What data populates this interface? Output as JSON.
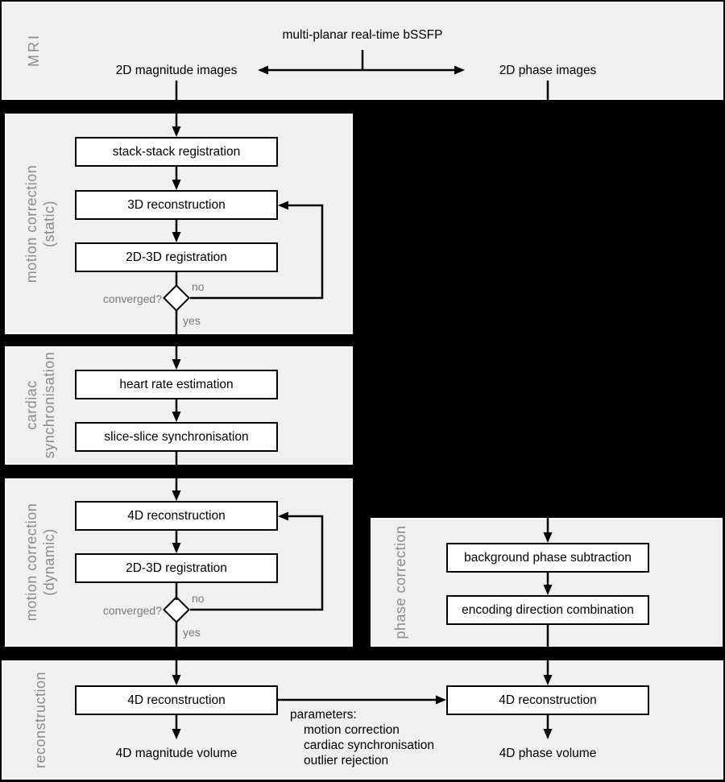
{
  "mri": {
    "panel_label": "MRI",
    "source": "multi-planar real-time bSSFP",
    "magnitude_label": "2D magnitude images",
    "phase_label": "2D phase images"
  },
  "static_mc": {
    "panel_label_line1": "motion correction",
    "panel_label_line2": "(static)",
    "box_stack_stack": "stack-stack registration",
    "box_recon_3d": "3D reconstruction",
    "box_reg_2d3d": "2D-3D registration",
    "decision": "converged?",
    "branch_no": "no",
    "branch_yes": "yes"
  },
  "cardiac": {
    "panel_label_line1": "cardiac",
    "panel_label_line2": "synchronisation",
    "box_heart_rate": "heart rate estimation",
    "box_slice_sync": "slice-slice synchronisation"
  },
  "dynamic_mc": {
    "panel_label_line1": "motion correction",
    "panel_label_line2": "(dynamic)",
    "box_recon_4d": "4D reconstruction",
    "box_reg_2d3d": "2D-3D registration",
    "decision": "converged?",
    "branch_no": "no",
    "branch_yes": "yes"
  },
  "phase": {
    "panel_label": "phase correction",
    "box_bg_subtraction": "background phase subtraction",
    "box_encoding": "encoding direction combination"
  },
  "reconstruction": {
    "panel_label": "reconstruction",
    "box_left": "4D reconstruction",
    "box_right": "4D reconstruction",
    "params_title": "parameters:",
    "params": [
      "motion correction",
      "cardiac synchronisation",
      "outlier rejection"
    ],
    "magnitude_output": "4D magnitude volume",
    "phase_output": "4D phase volume"
  },
  "colors": {
    "background": "#000000",
    "panel_fill": "#f0f0f0",
    "box_fill": "#ffffff",
    "line": "#000000",
    "muted_text": "#8c8c8c"
  }
}
